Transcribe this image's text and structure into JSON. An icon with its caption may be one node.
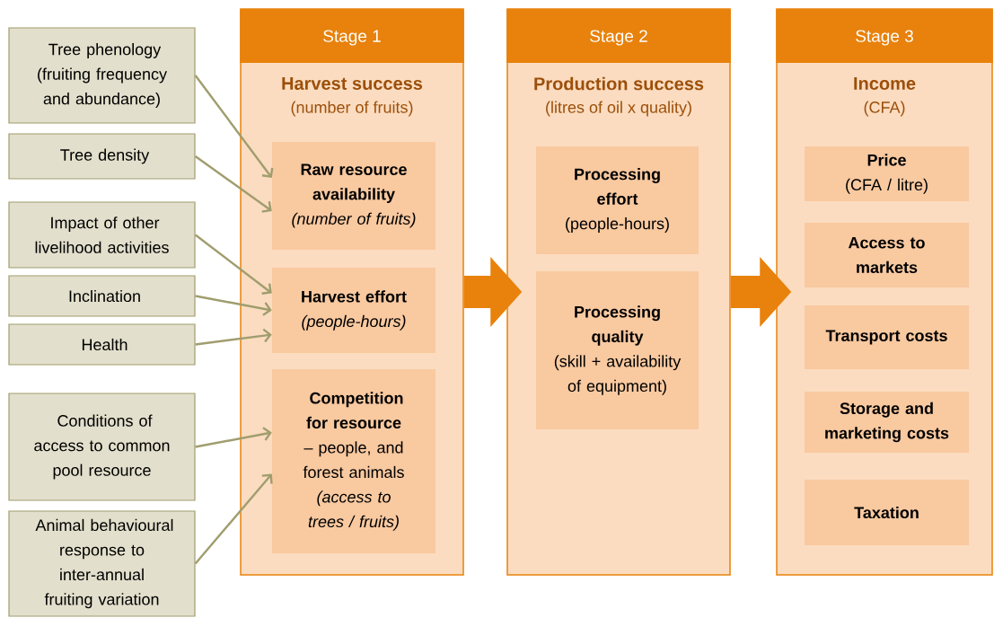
{
  "diagram": {
    "nodes": [
      {
        "text": [
          "Stage 1",
          "Harvest success",
          "(number of fruits)"
        ]
      },
      {
        "text": [
          "Raw resource availability",
          "(number of fruits)"
        ],
        "in": 0
      },
      {
        "text": [
          "Harvest effort",
          "(people-hours)"
        ],
        "in": 0
      },
      {
        "text": [
          "**Competition for resource** – people, and forest animals",
          "(access to trees / fruits)"
        ],
        "in": 0
      },
      {
        "text": [
          "Stage 2",
          "Production success",
          "(litres of oil x quality)"
        ]
      },
      {
        "text": [
          "Processing effort",
          "(people-hours)"
        ],
        "in": 4
      },
      {
        "text": [
          "Processing quality",
          "(skill + availability of equipment)"
        ],
        "in": 4
      },
      {
        "text": [
          "Stage 3",
          "Income",
          "(CFA)"
        ]
      },
      {
        "text": [
          "Price",
          "(CFA / litre)"
        ],
        "in": 7
      },
      {
        "text": [
          "Access to markets"
        ],
        "in": 7
      },
      {
        "text": [
          "Transport costs"
        ],
        "in": 7
      },
      {
        "text": [
          "Storage and marketing costs"
        ],
        "in": 7
      },
      {
        "text": [
          "Taxation"
        ],
        "in": 7
      },
      {
        "text": [
          "Tree phenology (fruiting frequency and abundance)"
        ]
      },
      {
        "text": [
          "Tree density"
        ]
      },
      {
        "text": [
          "Impact of other livelihood activities"
        ]
      },
      {
        "text": [
          "Inclination"
        ]
      },
      {
        "text": [
          "Health"
        ]
      },
      {
        "text": [
          "Conditions of access to common pool resource"
        ]
      },
      {
        "text": [
          "Animal behavioural response to inter-annual fruiting variation"
        ]
      }
    ],
    "edges": [
      {
        "from": 13,
        "to": 1,
        "arrow": "to"
      },
      {
        "from": 14,
        "to": 1,
        "arrow": "to"
      },
      {
        "from": 15,
        "to": 2,
        "arrow": "to"
      },
      {
        "from": 16,
        "to": 2,
        "arrow": "to"
      },
      {
        "from": 17,
        "to": 2,
        "arrow": "to"
      },
      {
        "from": 18,
        "to": 3,
        "arrow": "to"
      },
      {
        "from": 19,
        "to": 3,
        "arrow": "to"
      },
      {
        "from": 0,
        "to": 4,
        "arrow": "to",
        "style": "thick",
        "color": "#e8820c"
      },
      {
        "from": 4,
        "to": 7,
        "arrow": "to",
        "style": "thick",
        "color": "#e8820c"
      }
    ]
  }
}
